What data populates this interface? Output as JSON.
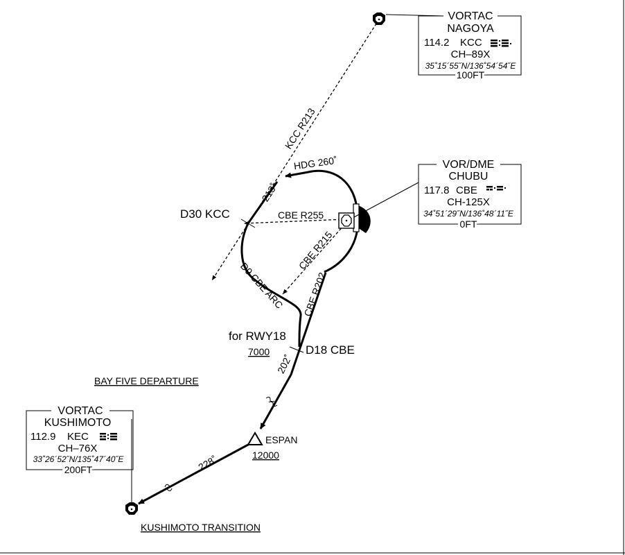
{
  "nagoya": {
    "type": "VORTAC",
    "name": "NAGOYA",
    "freq": "114.2",
    "ident": "KCC",
    "channel": "CH–89X",
    "coords": "35˚15´55˝N/136˚54´54˝E",
    "elev": "100FT"
  },
  "chubu": {
    "type": "VOR/DME",
    "name": "CHUBU",
    "freq": "117.8",
    "ident": "CBE",
    "channel": "CH-125X",
    "coords": "34˚51´29˝N/136˚48´11˝E",
    "elev": "0FT"
  },
  "kushimoto": {
    "type": "VORTAC",
    "name": "KUSHIMOTO",
    "freq": "112.9",
    "ident": "KEC",
    "channel": "CH–76X",
    "coords": "33˚26´52˝N/135˚47´40˝E",
    "elev": "200FT"
  },
  "labels": {
    "kcc_radial": "KCC R213",
    "hdg": "HDG 260˚",
    "course_213": "213˚",
    "d30": "D30 KCC",
    "cbe_r255": "CBE R255",
    "cbe_r215": "CBE R215",
    "cbe_r202": "CBE R202",
    "arc": "D9 CBE ARC",
    "for_rwy": "for RWY18",
    "alt_7000": "7000",
    "d18": "D18 CBE",
    "course_202": "202˚",
    "departure": "BAY FIVE DEPARTURE",
    "espan": "ESPAN",
    "alt_12000": "12000",
    "course_228": "228˚",
    "transition": "KUSHIMOTO TRANSITION"
  }
}
